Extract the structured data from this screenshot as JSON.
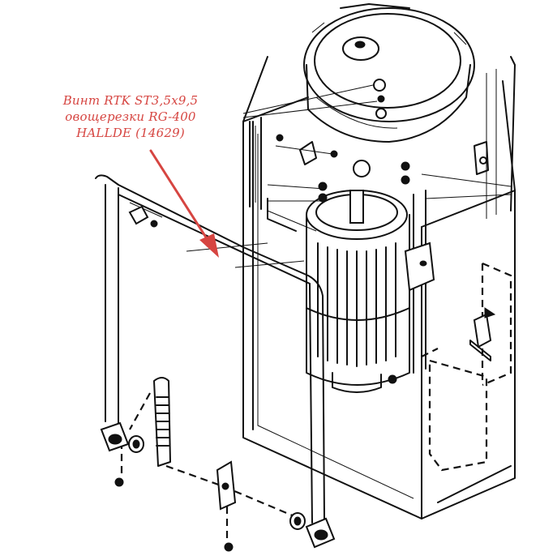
{
  "colors": {
    "annotation": "#d64541",
    "line": "#111111",
    "background": "#ffffff"
  },
  "annotation": {
    "line1": "Винт RTK ST3,5x9,5",
    "line2": "овощерезки RG-400",
    "line3": "HALLDE (14629)"
  }
}
